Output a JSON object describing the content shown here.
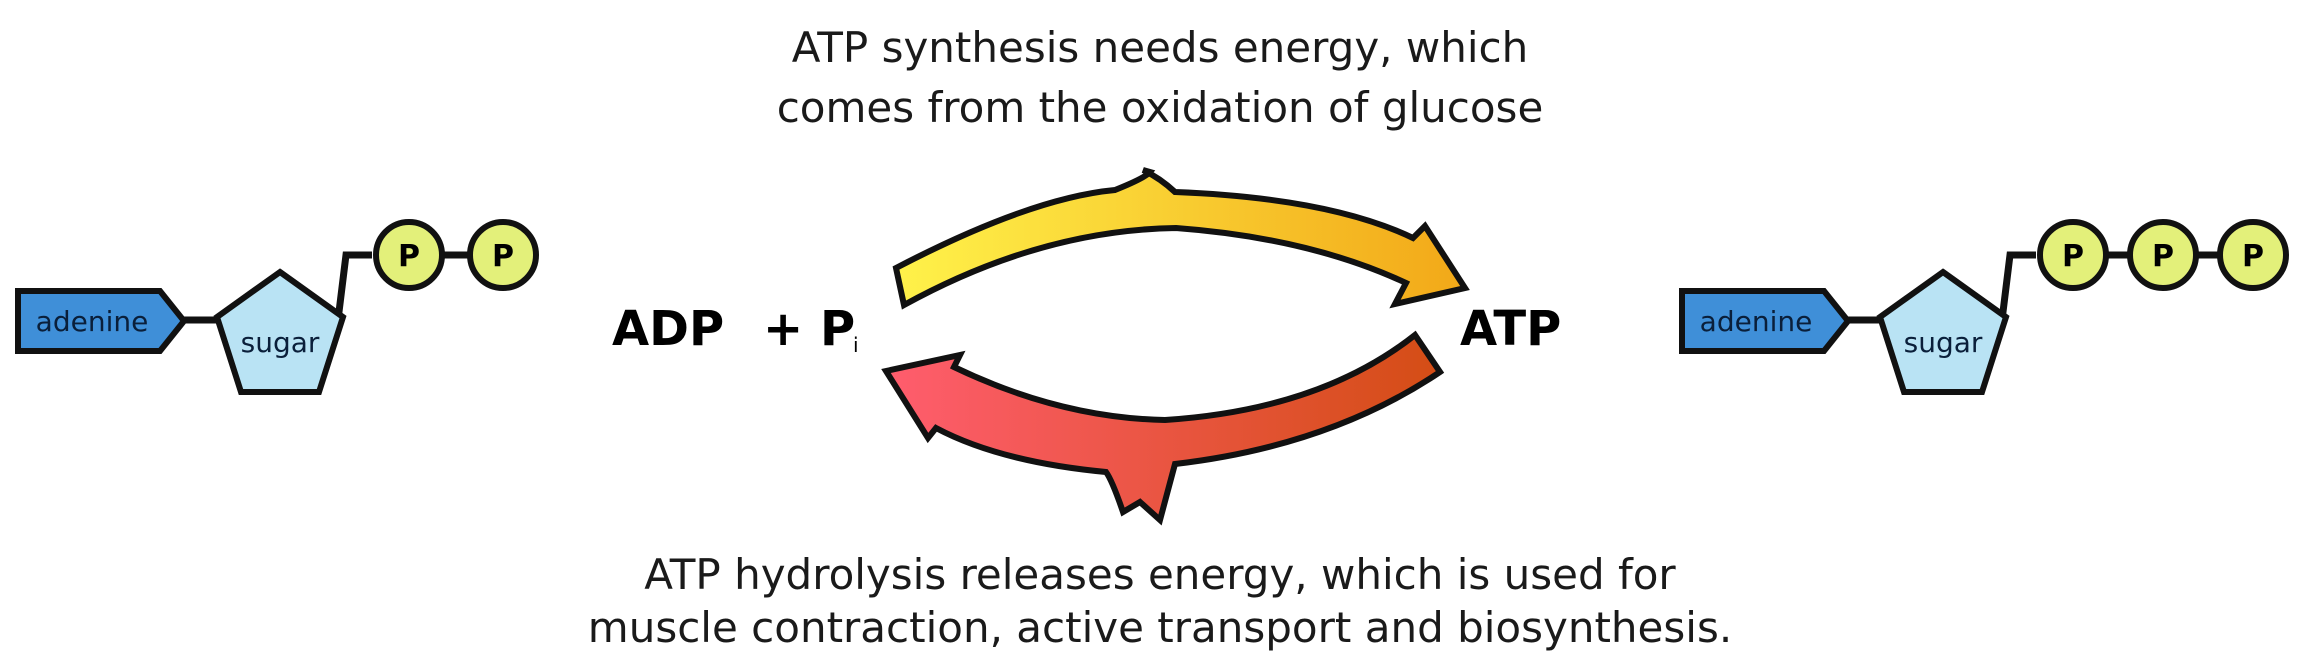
{
  "captions": {
    "top_line1": "ATP synthesis needs energy, which",
    "top_line2": "comes from the oxidation of glucose",
    "bottom_line1": "ATP hydrolysis releases energy, which is used for",
    "bottom_line2": "muscle contraction, active transport and biosynthesis."
  },
  "equation": {
    "adp": "ADP",
    "plus": "+",
    "p": "P",
    "p_subscript": "i",
    "atp": "ATP"
  },
  "adp_molecule": {
    "base": "adenine",
    "sugar": "sugar",
    "phosphates": [
      "P",
      "P"
    ]
  },
  "atp_molecule": {
    "base": "adenine",
    "sugar": "sugar",
    "phosphates": [
      "P",
      "P",
      "P"
    ]
  },
  "colors": {
    "adenine_fill": "#3f8fd8",
    "sugar_fill": "#b9e3f4",
    "phosphate_fill": "#e3f07a",
    "synthesis_arrow_start": "#fff24a",
    "synthesis_arrow_end": "#f2a818",
    "hydrolysis_arrow_start": "#ff5d6e",
    "hydrolysis_arrow_end": "#d44d15"
  }
}
